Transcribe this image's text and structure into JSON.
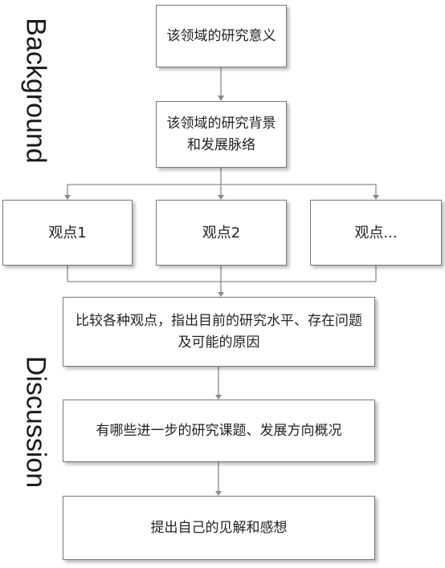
{
  "sections": {
    "background": "Background",
    "discussion": "Discussion"
  },
  "boxes": {
    "significance": "该领域的研究意义",
    "background_context": "该领域的研究背景和发展脉络",
    "viewpoint_1": "观点1",
    "viewpoint_2": "观点2",
    "viewpoint_more": "观点...",
    "compare": "比较各种观点，指出目前的研究水平、存在问题及可能的原因",
    "further_research": "有哪些进一步的研究课题、发展方向概况",
    "own_view": "提出自己的见解和感想"
  },
  "colors": {
    "line": "#8a8a8a",
    "border": "#7a7a7a",
    "text": "#222222"
  }
}
